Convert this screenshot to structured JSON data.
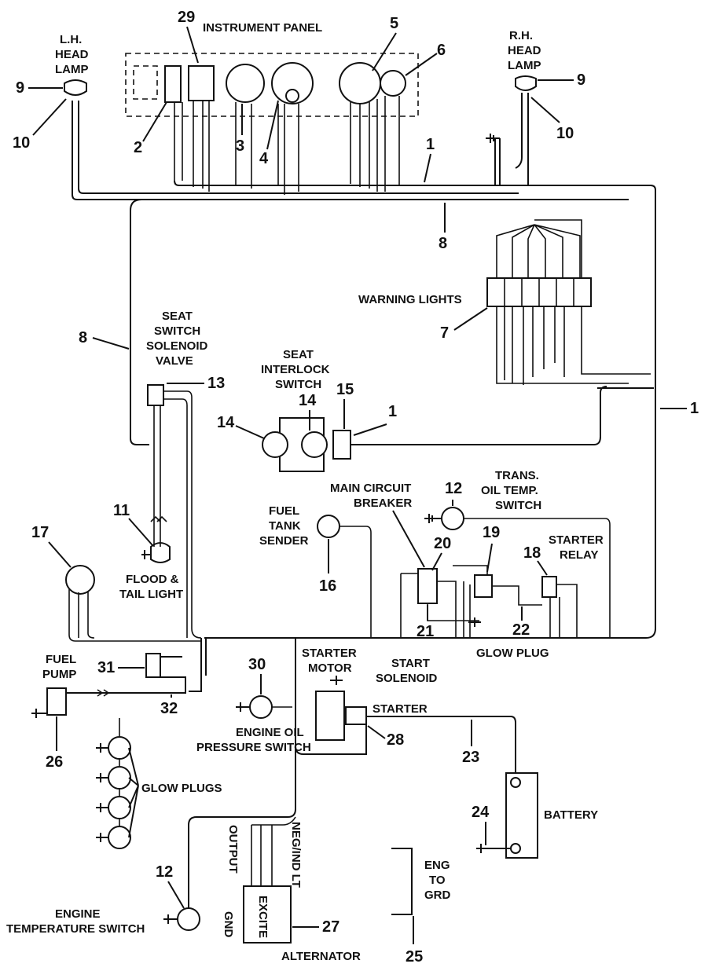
{
  "labels": {
    "instrument_panel": "INSTRUMENT PANEL",
    "lh_head_lamp": [
      "L.H.",
      "HEAD",
      "LAMP"
    ],
    "rh_head_lamp": [
      "R.H.",
      "HEAD",
      "LAMP"
    ],
    "warning_lights": "WARNING LIGHTS",
    "seat_switch_solenoid_valve": [
      "SEAT",
      "SWITCH",
      "SOLENOID",
      "VALVE"
    ],
    "seat_interlock_switch": [
      "SEAT",
      "INTERLOCK",
      "SWITCH"
    ],
    "main_circuit_breaker": [
      "MAIN CIRCUIT",
      "BREAKER"
    ],
    "trans_oil_temp_switch": [
      "TRANS.",
      "OIL TEMP.",
      "SWITCH"
    ],
    "fuel_tank_sender": [
      "FUEL",
      "TANK",
      "SENDER"
    ],
    "starter_relay": [
      "STARTER",
      "RELAY"
    ],
    "flood_tail_light": [
      "FLOOD &",
      "TAIL LIGHT"
    ],
    "glow_plug": "GLOW PLUG",
    "fuel_pump": [
      "FUEL",
      "PUMP"
    ],
    "starter_motor": [
      "STARTER",
      "MOTOR"
    ],
    "start_solenoid": [
      "START",
      "SOLENOID"
    ],
    "starter": "STARTER",
    "engine_oil_pressure_switch": [
      "ENGINE OIL",
      "PRESSURE SWITCH"
    ],
    "glow_plugs": "GLOW PLUGS",
    "battery": "BATTERY",
    "eng_to_grd": [
      "ENG",
      "TO",
      "GRD"
    ],
    "engine_temperature_switch": [
      "ENGINE",
      "TEMPERATURE SWITCH"
    ],
    "alternator": "ALTERNATOR",
    "output": "OUTPUT",
    "neg_ind_lt": "NEG/IND LT",
    "excite": "EXCITE",
    "gnd": "GND"
  },
  "callouts": [
    "1",
    "2",
    "3",
    "4",
    "5",
    "6",
    "7",
    "8",
    "9",
    "10",
    "11",
    "12",
    "13",
    "14",
    "15",
    "16",
    "17",
    "18",
    "19",
    "20",
    "21",
    "22",
    "23",
    "24",
    "25",
    "26",
    "27",
    "28",
    "29",
    "30",
    "31",
    "32"
  ],
  "icons": [
    "ground-symbol",
    "lamp",
    "gauge",
    "switch",
    "battery",
    "connector-chevron"
  ]
}
